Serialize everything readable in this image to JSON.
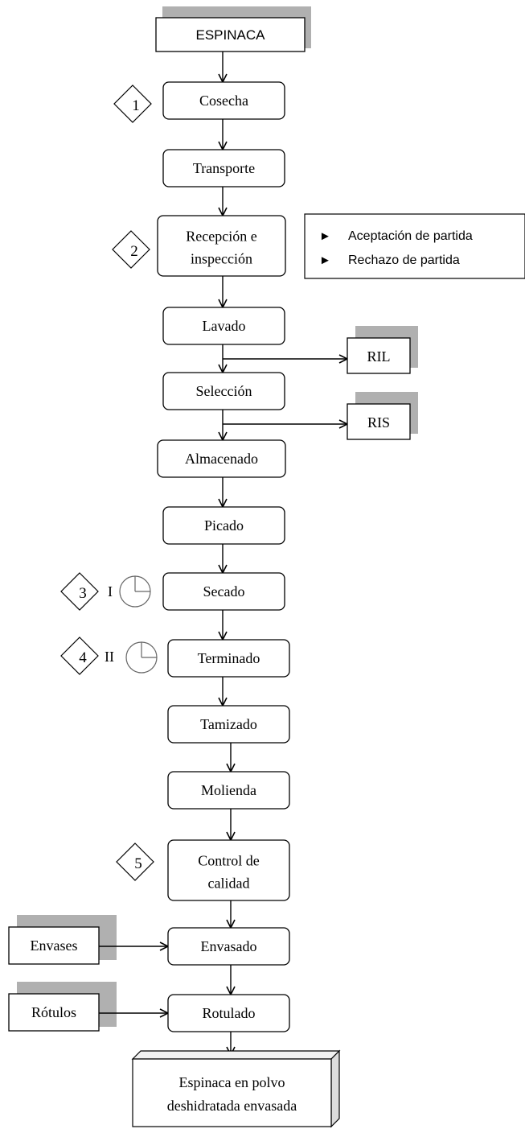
{
  "start": {
    "label": "ESPINACA"
  },
  "steps": [
    {
      "id": "cosecha",
      "lines": [
        "Cosecha"
      ]
    },
    {
      "id": "transporte",
      "lines": [
        "Transporte"
      ]
    },
    {
      "id": "recepcion",
      "lines": [
        "Recepción e",
        "inspección"
      ]
    },
    {
      "id": "lavado",
      "lines": [
        "Lavado"
      ]
    },
    {
      "id": "seleccion",
      "lines": [
        "Selección"
      ]
    },
    {
      "id": "almacenado",
      "lines": [
        "Almacenado"
      ]
    },
    {
      "id": "picado",
      "lines": [
        "Picado"
      ]
    },
    {
      "id": "secado",
      "lines": [
        "Secado"
      ]
    },
    {
      "id": "terminado",
      "lines": [
        "Terminado"
      ]
    },
    {
      "id": "tamizado",
      "lines": [
        "Tamizado"
      ]
    },
    {
      "id": "molienda",
      "lines": [
        "Molienda"
      ]
    },
    {
      "id": "control",
      "lines": [
        "Control de",
        "calidad"
      ]
    },
    {
      "id": "envasado",
      "lines": [
        "Envasado"
      ]
    },
    {
      "id": "rotulado",
      "lines": [
        "Rotulado"
      ]
    }
  ],
  "inspection_note": {
    "items": [
      "Aceptación de partida",
      "Rechazo de partida"
    ],
    "bullet": "►"
  },
  "outputs": [
    {
      "id": "ril",
      "label": "RIL",
      "from": "lavado"
    },
    {
      "id": "ris",
      "label": "RIS",
      "from": "seleccion"
    }
  ],
  "inputs": [
    {
      "id": "envases",
      "label": "Envases",
      "to": "envasado"
    },
    {
      "id": "rotulos",
      "label": "Rótulos",
      "to": "rotulado"
    }
  ],
  "control_points": [
    {
      "number": "1",
      "step": "cosecha"
    },
    {
      "number": "2",
      "step": "recepcion"
    },
    {
      "number": "3",
      "step": "secado"
    },
    {
      "number": "4",
      "step": "terminado"
    },
    {
      "number": "5",
      "step": "control"
    }
  ],
  "timers": [
    {
      "roman": "I",
      "step": "secado"
    },
    {
      "roman": "II",
      "step": "terminado"
    }
  ],
  "end": {
    "lines": [
      "Espinaca en polvo",
      "deshidratada envasada"
    ]
  },
  "colors": {
    "line": "#000000",
    "shadow": "#b0b0b0",
    "box_fill": "#ffffff",
    "end_fill": "#f2f2f2"
  }
}
